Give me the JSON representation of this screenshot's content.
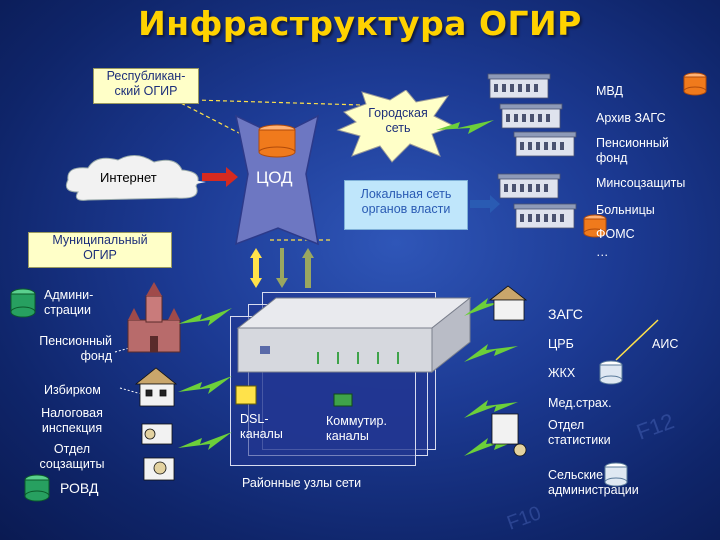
{
  "title": "Инфраструктура ОГИР",
  "republic": [
    "Республикан-",
    "ский ОГИР"
  ],
  "internet": "Интернет",
  "cod": "ЦОД",
  "city_net": [
    "Городская",
    "сеть"
  ],
  "local_net": [
    "Локальная сеть",
    "органов власти"
  ],
  "municipal": [
    "Муниципальный",
    "ОГИР"
  ],
  "left_items": {
    "admin": [
      "Админи-",
      "страции"
    ],
    "pension": [
      "Пенсионный",
      "фонд"
    ],
    "izbirkom": "Избирком",
    "tax": [
      "Налоговая",
      "инспекция"
    ],
    "soc": [
      "Отдел",
      "соцзащиты"
    ],
    "rovd": "РОВД"
  },
  "right_top": {
    "mvd": "МВД",
    "zags_archive": "Архив ЗАГС",
    "pension_fund": [
      "Пенсионный",
      "фонд"
    ],
    "minsoc": "Минсоцзащиты",
    "hospitals": "Больницы",
    "foms": "ФОМС",
    "ellipsis": "…"
  },
  "right_bottom": {
    "zags": "ЗАГС",
    "crb": "ЦРБ",
    "ais": "АИС",
    "zhkh": "ЖКХ",
    "medstrakh": "Мед.страх.",
    "stats": [
      "Отдел",
      "статистики"
    ],
    "rural": [
      "Сельские",
      "администрации"
    ]
  },
  "center": {
    "dsl": [
      "DSL-",
      "каналы"
    ],
    "switched": [
      "Коммутир.",
      "каналы"
    ],
    "district": "Районные узлы сети"
  },
  "colors": {
    "title": "#ffd200",
    "background": "#1c3a93",
    "callout": "#ffffc8",
    "cyan_box": "#bfe6fb",
    "cod_box": "#6d77c2",
    "lightning": "#6ccf3a",
    "db_green": "#27a060",
    "db_orange": "#f07a1c"
  }
}
